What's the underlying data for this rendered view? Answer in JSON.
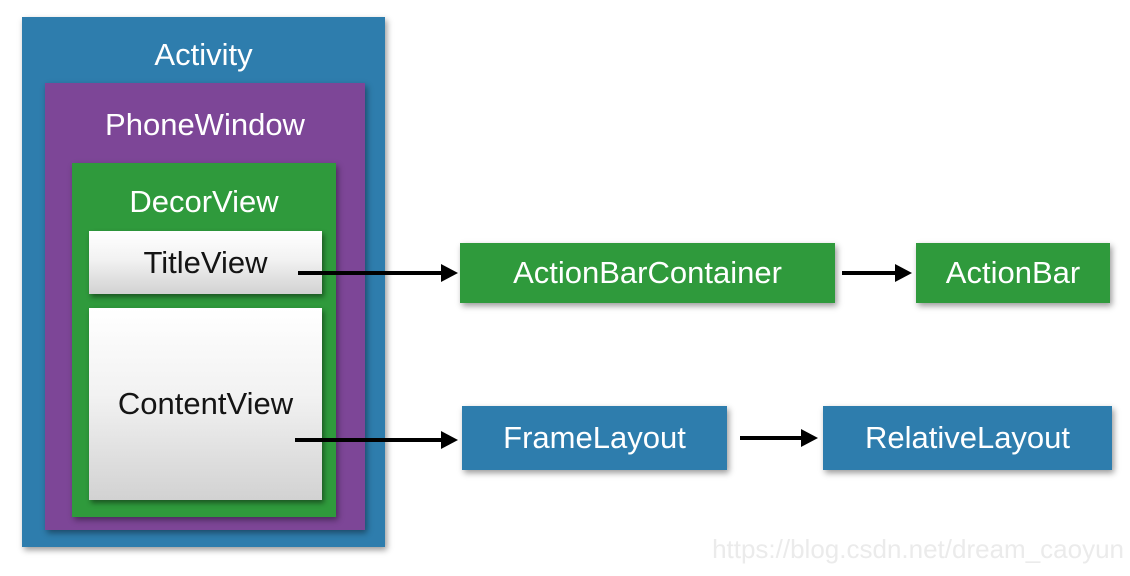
{
  "diagram": {
    "title_context": "Android Activity view hierarchy diagram",
    "nested": {
      "activity": {
        "label": "Activity"
      },
      "phone_window": {
        "label": "PhoneWindow"
      },
      "decor_view": {
        "label": "DecorView"
      },
      "title_view": {
        "label": "TitleView"
      },
      "content_view": {
        "label": "ContentView"
      }
    },
    "flow_nodes": {
      "action_bar_container": {
        "label": "ActionBarContainer"
      },
      "action_bar": {
        "label": "ActionBar"
      },
      "frame_layout": {
        "label": "FrameLayout"
      },
      "relative_layout": {
        "label": "RelativeLayout"
      }
    },
    "edges": [
      {
        "from": "TitleView",
        "to": "ActionBarContainer"
      },
      {
        "from": "ActionBarContainer",
        "to": "ActionBar"
      },
      {
        "from": "ContentView",
        "to": "FrameLayout"
      },
      {
        "from": "FrameLayout",
        "to": "RelativeLayout"
      }
    ],
    "colors": {
      "blue": "#2e7dad",
      "purple": "#7d4697",
      "green": "#2f9a3c",
      "arrow": "#000000",
      "watermark": "#ebebeb"
    },
    "watermark_text": "https://blog.csdn.net/dream_caoyun"
  }
}
